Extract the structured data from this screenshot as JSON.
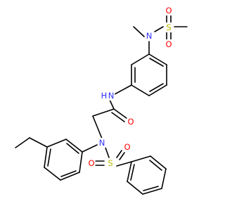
{
  "molecule": {
    "colors": {
      "bond": "#000000",
      "N": "#3333ff",
      "O": "#ff0000",
      "S": "#b8b800",
      "background": "#ffffff"
    },
    "atoms": [
      {
        "id": "S_top",
        "element": "S",
        "label": "S"
      },
      {
        "id": "O_top1",
        "element": "O",
        "label": "O"
      },
      {
        "id": "O_top2",
        "element": "O",
        "label": "O"
      },
      {
        "id": "N_top",
        "element": "N",
        "label": "N"
      },
      {
        "id": "N_amide",
        "element": "N",
        "label": "N"
      },
      {
        "id": "H_amide",
        "element": "H",
        "label": "H"
      },
      {
        "id": "O_carbonyl",
        "element": "O",
        "label": "O"
      },
      {
        "id": "N_sulfonamide",
        "element": "N",
        "label": "N"
      },
      {
        "id": "S_bottom",
        "element": "S",
        "label": "S"
      },
      {
        "id": "O_bot1",
        "element": "O",
        "label": "O"
      },
      {
        "id": "O_bot2",
        "element": "O",
        "label": "O"
      }
    ]
  }
}
